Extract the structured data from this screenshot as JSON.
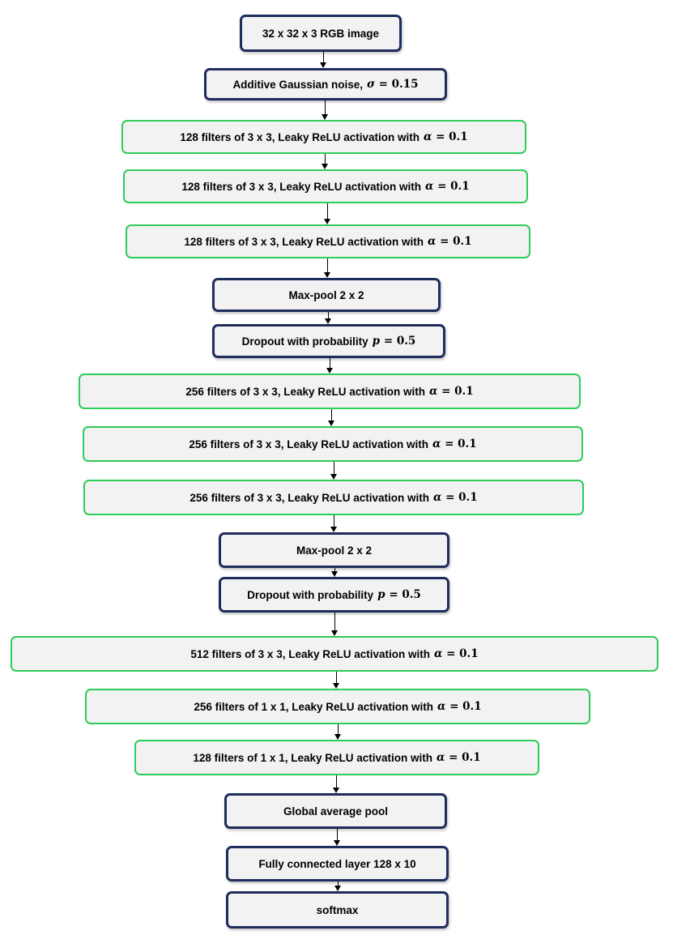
{
  "layers": [
    {
      "text": "32 x 32 x 3 RGB image",
      "var": "",
      "num": "",
      "style": "navy"
    },
    {
      "text": "Additive Gaussian noise,",
      "var": "σ",
      "num": "= 0.15",
      "style": "navy"
    },
    {
      "text": "128 filters of 3 x 3, Leaky ReLU activation with",
      "var": "α",
      "num": "= 0.1",
      "style": "green"
    },
    {
      "text": "128 filters of 3 x 3, Leaky ReLU activation with",
      "var": "α",
      "num": "= 0.1",
      "style": "green"
    },
    {
      "text": "128 filters of 3 x 3, Leaky ReLU activation with",
      "var": "α",
      "num": "= 0.1",
      "style": "green"
    },
    {
      "text": "Max-pool 2 x 2",
      "var": "",
      "num": "",
      "style": "navy"
    },
    {
      "text": "Dropout with probability",
      "var": "p",
      "num": "= 0.5",
      "style": "navy"
    },
    {
      "text": "256 filters of 3 x 3, Leaky ReLU activation with",
      "var": "α",
      "num": "= 0.1",
      "style": "green"
    },
    {
      "text": "256 filters of 3 x 3, Leaky ReLU activation with",
      "var": "α",
      "num": "= 0.1",
      "style": "green"
    },
    {
      "text": "256 filters of 3 x 3, Leaky ReLU activation with",
      "var": "α",
      "num": "= 0.1",
      "style": "green"
    },
    {
      "text": "Max-pool 2 x 2",
      "var": "",
      "num": "",
      "style": "navy"
    },
    {
      "text": "Dropout with probability",
      "var": "p",
      "num": "= 0.5",
      "style": "navy"
    },
    {
      "text": "512 filters of 3 x 3, Leaky ReLU activation with",
      "var": "α",
      "num": "= 0.1",
      "style": "green"
    },
    {
      "text": "256 filters of 1 x 1, Leaky ReLU activation with",
      "var": "α",
      "num": "= 0.1",
      "style": "green"
    },
    {
      "text": "128 filters of 1 x 1, Leaky ReLU activation with",
      "var": "α",
      "num": "= 0.1",
      "style": "green"
    },
    {
      "text": "Global average pool",
      "var": "",
      "num": "",
      "style": "navy"
    },
    {
      "text": "Fully connected layer 128 x 10",
      "var": "",
      "num": "",
      "style": "navy"
    },
    {
      "text": "softmax",
      "var": "",
      "num": "",
      "style": "navy"
    }
  ],
  "colors": {
    "navy_border": "#1f2d5c",
    "green_border": "#2ecc5a",
    "box_fill": "#f2f2f2",
    "arrow": "#000000"
  }
}
